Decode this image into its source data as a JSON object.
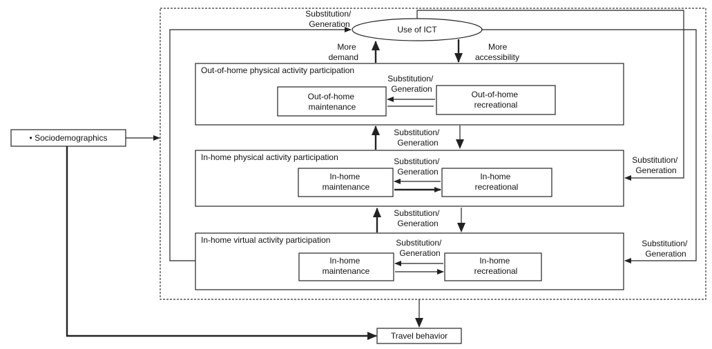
{
  "nodes": {
    "use_of_ict": "Use of ICT",
    "sociodemographics": "• Sociodemographics",
    "travel_behavior": "Travel behavior",
    "out_of_home_group": {
      "title": "Out-of-home physical activity participation",
      "maintenance": [
        "Out-of-home",
        "maintenance"
      ],
      "recreational": [
        "Out-of-home",
        "recreational"
      ]
    },
    "in_home_physical_group": {
      "title": "In-home physical activity participation",
      "maintenance": [
        "In-home",
        "maintenance"
      ],
      "recreational": [
        "In-home",
        "recreational"
      ]
    },
    "in_home_virtual_group": {
      "title": "In-home virtual activity participation",
      "maintenance": [
        "In-home",
        "maintenance"
      ],
      "recreational": [
        "In-home",
        "recreational"
      ]
    }
  },
  "edge_labels": {
    "substitution_generation": [
      "Substitution/",
      "Generation"
    ],
    "more_demand": [
      "More",
      "demand"
    ],
    "more_accessibility": [
      "More",
      "accessibility"
    ]
  }
}
